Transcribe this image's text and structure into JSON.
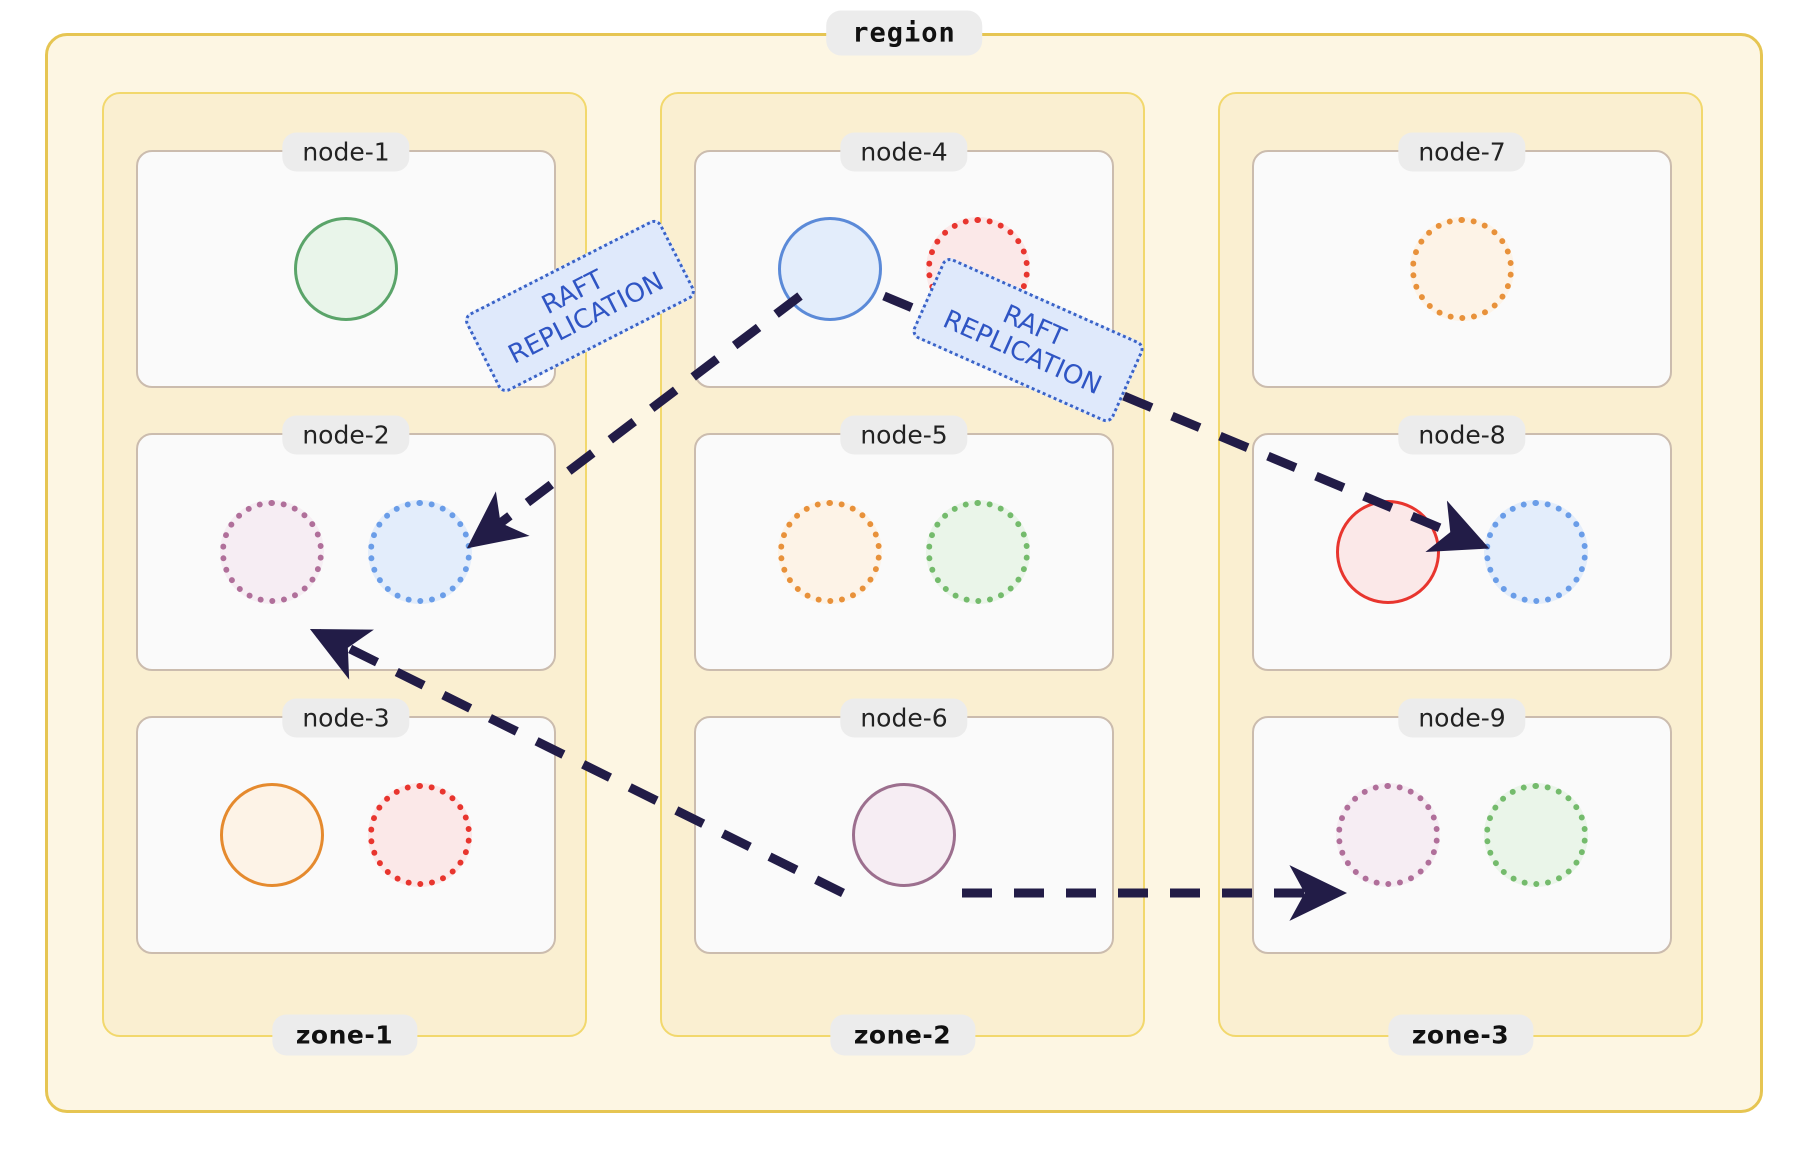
{
  "region": {
    "label": "region"
  },
  "zones": [
    {
      "label": "zone-1",
      "nodes": [
        {
          "label": "node-1",
          "replicas": [
            {
              "name": "replica-green-solid",
              "style": "solid",
              "color": "#5aa469",
              "fill": "#e9f5ea"
            }
          ]
        },
        {
          "label": "node-2",
          "replicas": [
            {
              "name": "replica-purple-dotted",
              "style": "dotted",
              "color": "#b06f9a",
              "fill": "#f6edf3"
            },
            {
              "name": "replica-blue-dotted",
              "style": "dotted",
              "color": "#6a9de8",
              "fill": "#e3edfb"
            }
          ]
        },
        {
          "label": "node-3",
          "replicas": [
            {
              "name": "replica-orange-solid",
              "style": "solid",
              "color": "#e58a2e",
              "fill": "#fdf3e7"
            },
            {
              "name": "replica-red-dotted",
              "style": "dotted",
              "color": "#e8352e",
              "fill": "#fbe8e8"
            }
          ]
        }
      ]
    },
    {
      "label": "zone-2",
      "nodes": [
        {
          "label": "node-4",
          "replicas": [
            {
              "name": "replica-blue-solid",
              "style": "solid",
              "color": "#5b8ad8",
              "fill": "#e3edfb"
            },
            {
              "name": "replica-red-dotted",
              "style": "dotted",
              "color": "#e8352e",
              "fill": "#fbe8e8"
            }
          ]
        },
        {
          "label": "node-5",
          "replicas": [
            {
              "name": "replica-orange-dotted",
              "style": "dotted",
              "color": "#e8913a",
              "fill": "#fdf3e7"
            },
            {
              "name": "replica-green-dotted",
              "style": "dotted",
              "color": "#74bb6c",
              "fill": "#eaf5e9"
            }
          ]
        },
        {
          "label": "node-6",
          "replicas": [
            {
              "name": "replica-purple-solid",
              "style": "solid",
              "color": "#9c6f8e",
              "fill": "#f6edf3"
            }
          ]
        }
      ]
    },
    {
      "label": "zone-3",
      "nodes": [
        {
          "label": "node-7",
          "replicas": [
            {
              "name": "replica-orange-dotted",
              "style": "dotted",
              "color": "#e8913a",
              "fill": "#fdf3e7"
            }
          ]
        },
        {
          "label": "node-8",
          "replicas": [
            {
              "name": "replica-red-solid",
              "style": "solid",
              "color": "#e8352e",
              "fill": "#fbe8e8"
            },
            {
              "name": "replica-blue-dotted",
              "style": "dotted",
              "color": "#6a9de8",
              "fill": "#e3edfb"
            }
          ]
        },
        {
          "label": "node-9",
          "replicas": [
            {
              "name": "replica-purple-dotted",
              "style": "dotted",
              "color": "#b06f9a",
              "fill": "#f6edf3"
            },
            {
              "name": "replica-green-dotted",
              "style": "dotted",
              "color": "#74bb6c",
              "fill": "#eaf5e9"
            }
          ]
        }
      ]
    }
  ],
  "edges": [
    {
      "name": "edge-node4-to-node2",
      "label_line1": "RAFT",
      "label_line2": "REPLICATION"
    },
    {
      "name": "edge-node4-to-node8",
      "label_line1": "RAFT",
      "label_line2": "REPLICATION"
    },
    {
      "name": "edge-node6-to-node2",
      "label_line1": "",
      "label_line2": ""
    },
    {
      "name": "edge-node6-to-node9",
      "label_line1": "",
      "label_line2": ""
    }
  ],
  "colors": {
    "region_border": "#e6c552",
    "region_fill": "#fdf6e3",
    "zone_border": "#f2d86d",
    "zone_fill": "#faefd1",
    "node_border": "#cbbcae",
    "node_fill": "#fafafa",
    "label_pill": "#ececec",
    "edge_stroke": "#221c47",
    "edge_label_fill": "#dfe9fb",
    "edge_label_border": "#3a63c8",
    "edge_label_text": "#2f55c4"
  }
}
